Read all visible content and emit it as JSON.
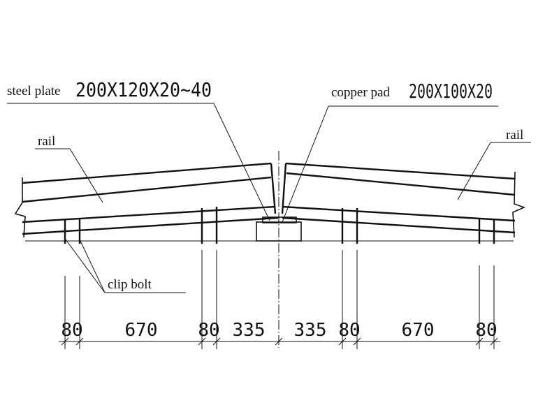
{
  "labels": {
    "steel_plate": "steel plate",
    "steel_plate_size": "200X120X20~40",
    "copper_pad": "copper pad",
    "copper_pad_size": "200X100X20",
    "rail_left": "rail",
    "rail_right": "rail",
    "clip_bolt": "clip bolt"
  },
  "dimensions": [
    "80",
    "670",
    "80",
    "335",
    "335",
    "80",
    "670",
    "80"
  ],
  "colors": {
    "line": "#111111",
    "background": "#ffffff"
  }
}
